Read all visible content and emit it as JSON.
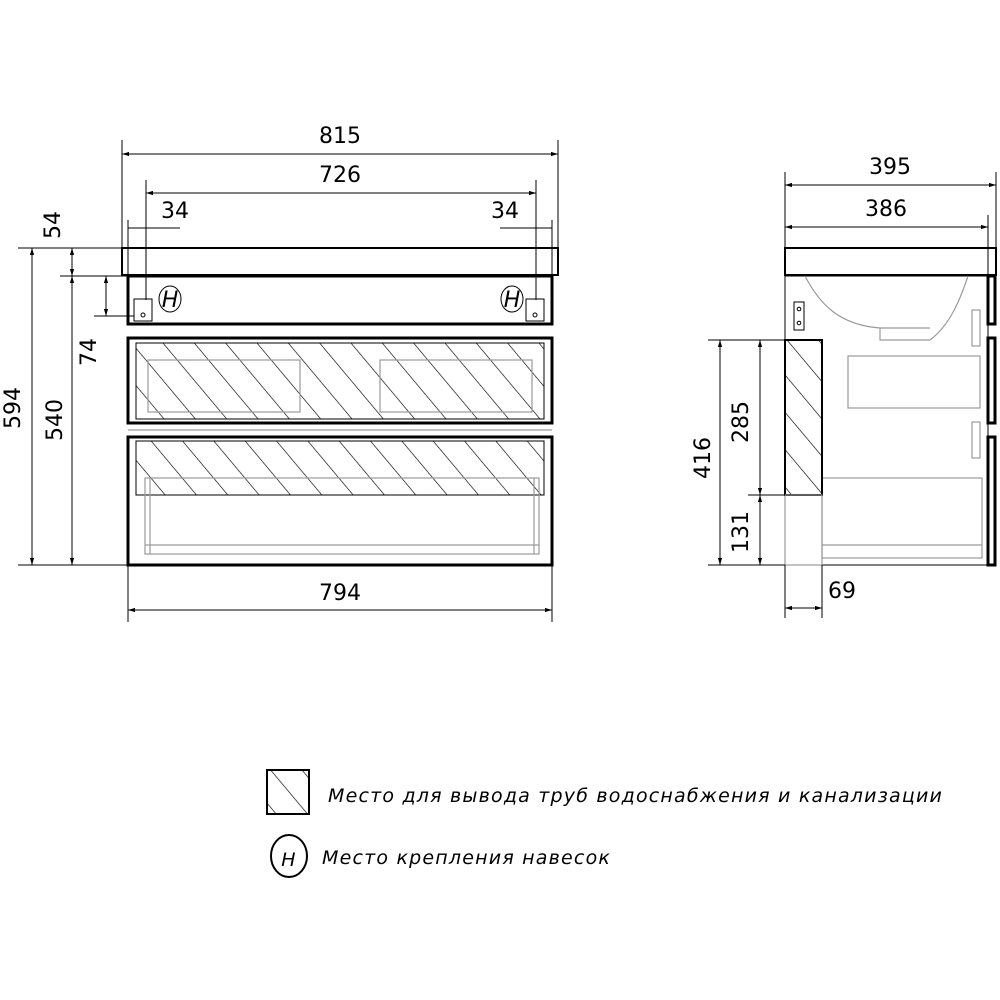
{
  "front_view": {
    "overall_width": "815",
    "inner_width": "726",
    "left_offset": "34",
    "right_offset": "34",
    "top_thickness": "54",
    "overall_height": "594",
    "body_height": "540",
    "mount_height": "74",
    "body_width": "794",
    "mount_marker": "H"
  },
  "side_view": {
    "overall_depth": "395",
    "inner_depth": "386",
    "pipe_zone_height": "416",
    "pipe_zone_upper": "285",
    "pipe_zone_lower": "131",
    "pipe_zone_depth": "69"
  },
  "legend": {
    "hatch_text": "Место для вывода труб водоснабжения и канализации",
    "mount_symbol": "H",
    "mount_text": "Место крепления навесок"
  }
}
